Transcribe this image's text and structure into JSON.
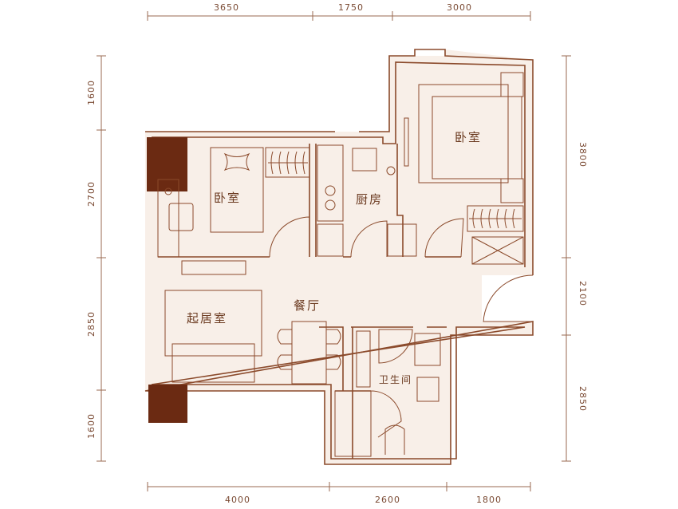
{
  "plan": {
    "rooms": {
      "bedroom_left": "卧室",
      "bedroom_right": "卧室",
      "kitchen": "厨房",
      "dining": "餐厅",
      "living": "起居室",
      "bathroom": "卫生间"
    },
    "dimensions": {
      "top": [
        "3650",
        "1750",
        "3000"
      ],
      "bottom": [
        "4000",
        "2600",
        "1800"
      ],
      "left": [
        "1600",
        "2700",
        "2850",
        "1600"
      ],
      "right": [
        "3800",
        "2100",
        "2850"
      ]
    },
    "colors": {
      "wall": "#8b4a2b",
      "floor": "#f8efe8",
      "column": "#6b2a12"
    }
  }
}
